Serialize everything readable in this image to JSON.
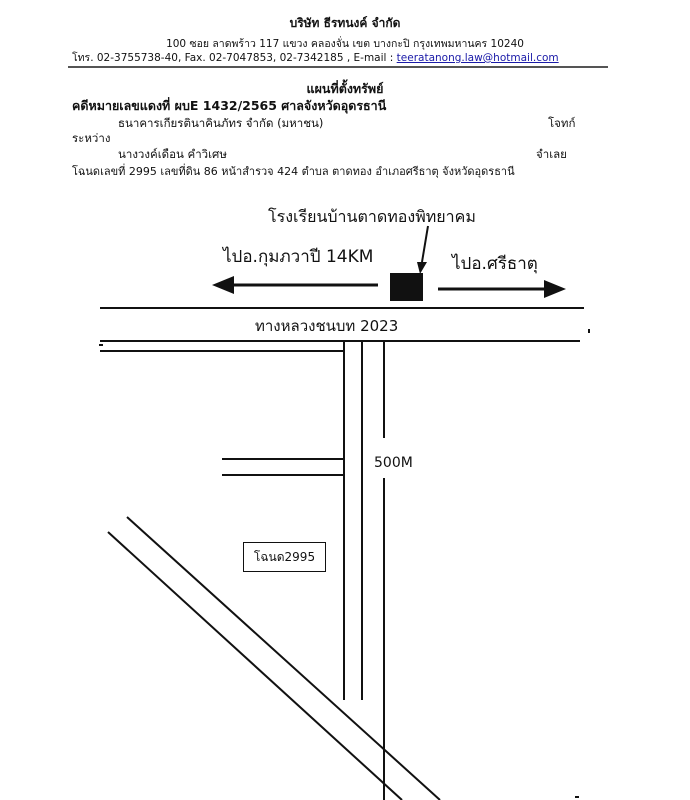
{
  "header": {
    "company": "บริษัท ธีรทนงค์ จำกัด",
    "address": "100 ซอย ลาดพร้าว 117 แขวง คลองจั่น เขต บางกะปิ กรุงเทพมหานคร 10240",
    "contact_prefix": "โทร. 02-3755738-40, Fax. 02-7047853, 02-7342185 , E-mail : ",
    "email": "teeratanong.law@hotmail.com"
  },
  "document": {
    "title": "แผนที่ตั้งทรัพย์",
    "case_line": "คดีหมายเลขแดงที่ ผบE 1432/2565 ศาลจังหวัดอุดรธานี",
    "plaintiff": "ธนาคารเกียรตินาคินภัทร จำกัด (มหาชน)",
    "plaintiff_role": "โจทก์",
    "between": "ระหว่าง",
    "defendant": "นางวงค์เดือน คำวิเศษ",
    "defendant_role": "จำเลย",
    "deed_info": "โฉนดเลขที่ 2995 เลขที่ดิน 86 หน้าสำรวจ 424 ตำบล ตาดทอง อำเภอศรีธาตุ จังหวัดอุดรธานี"
  },
  "map": {
    "school_label": "โรงเรียนบ้านตาดทองพิทยาคม",
    "direction_left": "ไปอ.กุมภวาปี 14KM",
    "direction_right": "ไปอ.ศรีธาตุ",
    "road_label": "ทางหลวงชนบท 2023",
    "distance_label": "500M",
    "deed_label": "โฉนด2995"
  },
  "colors": {
    "ink": "#111111",
    "email_link": "#1a1aa8",
    "rule": "#555555",
    "paper": "#ffffff"
  }
}
